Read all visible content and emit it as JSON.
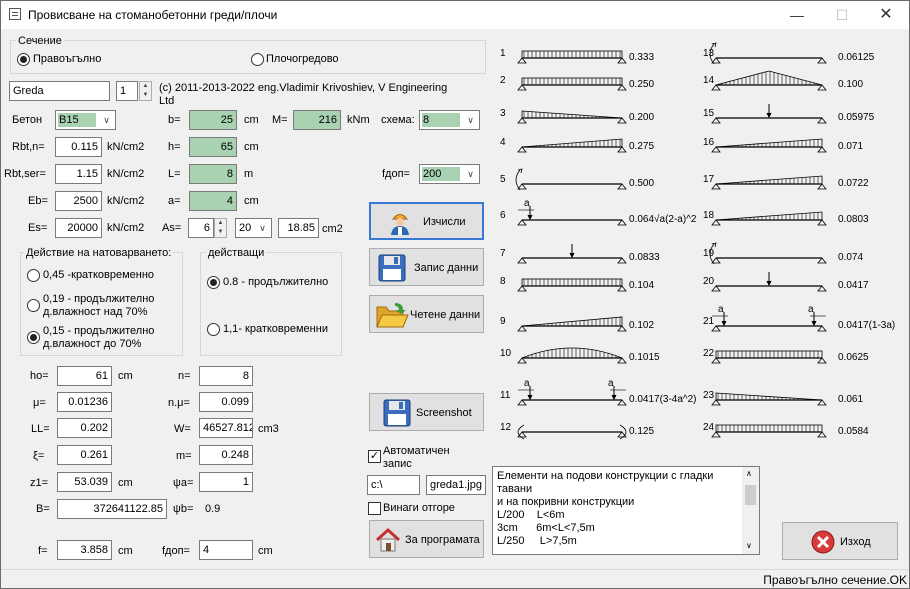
{
  "window": {
    "title": "Провисване на стоманобетонни греди/плочи"
  },
  "section": {
    "title": "Сечение",
    "opt_rect": "Правоъгълно",
    "opt_tee": "Плочогредово",
    "name": "Greda",
    "counter": "1",
    "copyright": "(c) 2011-2013-2022 eng.Vladimir Krivoshiev, V Engineering Ltd"
  },
  "inputs": {
    "beton_label": "Бетон",
    "beton": "B15",
    "rbtn_label": "Rbt,n=",
    "rbtn": "0.115",
    "rbtn_unit": "kN/cm2",
    "rbtser_label": "Rbt,ser=",
    "rbtser": "1.15",
    "rbtser_unit": "kN/cm2",
    "eb_label": "Eb=",
    "eb": "2500",
    "eb_unit": "kN/cm2",
    "es_label": "Es=",
    "es": "20000",
    "es_unit": "kN/cm2",
    "b_label": "b=",
    "b": "25",
    "b_unit": "cm",
    "h_label": "h=",
    "h": "65",
    "h_unit": "cm",
    "L_label": "L=",
    "L": "8",
    "L_unit": "m",
    "a_label": "a=",
    "a": "4",
    "a_unit": "cm",
    "As_label": "As=",
    "As_n": "6",
    "As_d": "20",
    "As_val": "18.85",
    "As_unit": "cm2",
    "M_label": "M=",
    "M": "216",
    "M_unit": "kNm",
    "scheme_label": "схема:",
    "scheme": "8",
    "fdop_label": "fдоп=",
    "fdop": "200"
  },
  "load_group": {
    "title": "Действие на натоварването:",
    "o1": "0,45 -кратковременно",
    "o2a": "0,19 - продължително",
    "o2b": "д.влажност над 70%",
    "o3a": "0,15 - продължително",
    "o3b": "д.влажност до 70%"
  },
  "acting_group": {
    "title": "действащи",
    "o1": "0.8 - продължително",
    "o2": "1,1- кратковременни"
  },
  "results": {
    "h0_label": "ho=",
    "h0": "61",
    "h0_unit": "cm",
    "mu_label": "μ=",
    "mu": "0.01236",
    "LL_label": "LL=",
    "LL": "0.202",
    "xi_label": "ξ=",
    "xi": "0.261",
    "z1_label": "z1=",
    "z1": "53.039",
    "z1_unit": "cm",
    "B_label": "B=",
    "B": "372641122.85",
    "f_label": "f=",
    "f": "3.858",
    "f_unit": "cm",
    "n_label": "n=",
    "n": "8",
    "nmu_label": "n.μ=",
    "nmu": "0.099",
    "W_label": "W=",
    "W": "46527.812",
    "W_unit": "cm3",
    "m_label": "m=",
    "m": "0.248",
    "psia_label": "ψa=",
    "psia": "1",
    "psib_label": "ψb=",
    "psib": "0.9",
    "fdop2_label": "fдоп=",
    "fdop2": "4",
    "fdop2_unit": "cm"
  },
  "buttons": {
    "calc": "Изчисли",
    "save": "Запис данни",
    "read": "Четене данни",
    "screenshot": "Screenshot",
    "about": "За програмата",
    "exit": "Изход"
  },
  "auto": {
    "auto_save": "Автоматичен запис",
    "path": "c:\\",
    "file": "greda1.jpg",
    "always_top": "Винаги отгоре"
  },
  "memo": "Елементи на подови конструкции с гладки\nтавани\nи на покривни конструкции\nL/200    L<6m\n3cm      6m<L<7,5m\nL/250     L>7,5m",
  "diagrams": [
    {
      "n": "1",
      "v": "0.333"
    },
    {
      "n": "2",
      "v": "0.250"
    },
    {
      "n": "3",
      "v": "0.200"
    },
    {
      "n": "4",
      "v": "0.275"
    },
    {
      "n": "5",
      "v": "0.500"
    },
    {
      "n": "6",
      "v": "0.064√a(2-a)^2"
    },
    {
      "n": "7",
      "v": "0.0833"
    },
    {
      "n": "8",
      "v": "0.104"
    },
    {
      "n": "9",
      "v": "0.102"
    },
    {
      "n": "10",
      "v": "0.1015"
    },
    {
      "n": "11",
      "v": "0.0417(3-4a^2)"
    },
    {
      "n": "12",
      "v": "0.125"
    },
    {
      "n": "13",
      "v": "0.06125"
    },
    {
      "n": "14",
      "v": "0.100"
    },
    {
      "n": "15",
      "v": "0.05975"
    },
    {
      "n": "16",
      "v": "0.071"
    },
    {
      "n": "17",
      "v": "0.0722"
    },
    {
      "n": "18",
      "v": "0.0803"
    },
    {
      "n": "19",
      "v": "0.074"
    },
    {
      "n": "20",
      "v": "0.0417"
    },
    {
      "n": "21",
      "v": "0.0417(1-3a)"
    },
    {
      "n": "22",
      "v": "0.0625"
    },
    {
      "n": "23",
      "v": "0.061"
    },
    {
      "n": "24",
      "v": "0.0584"
    }
  ],
  "diagram_a": "a",
  "status": "Правоъгълно сечение.OK"
}
